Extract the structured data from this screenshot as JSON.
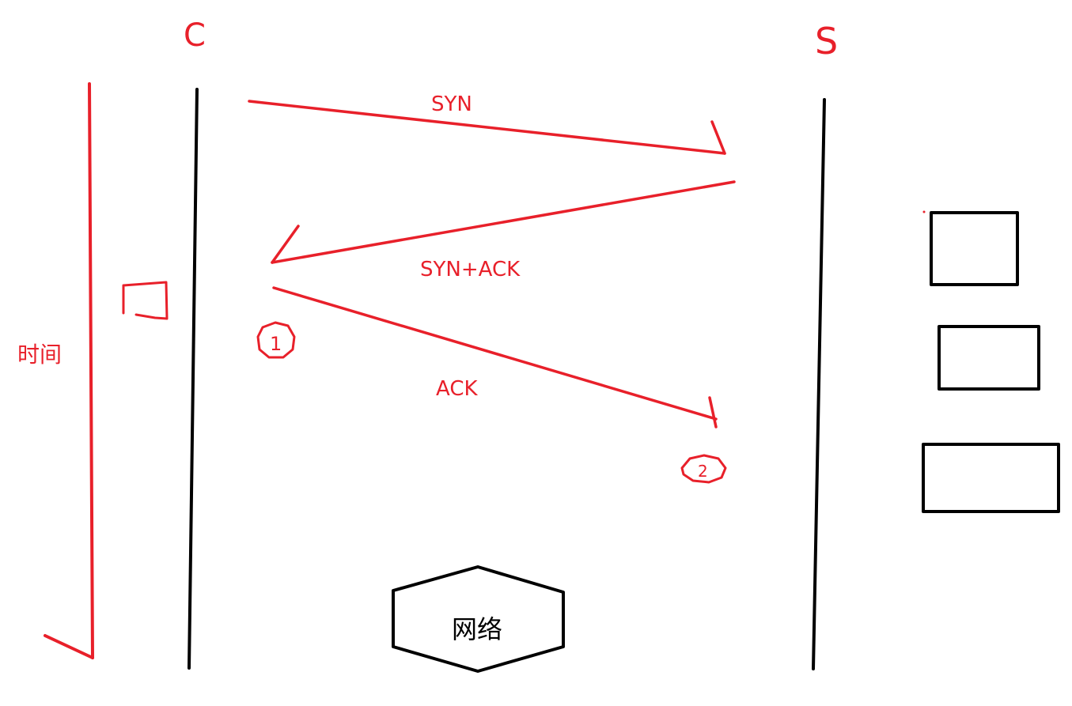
{
  "diagram": {
    "client_label": "C",
    "server_label": "S",
    "time_label": "时间",
    "messages": {
      "syn": "SYN",
      "syn_ack": "SYN+ACK",
      "ack": "ACK"
    },
    "markers": {
      "marker_1": "1",
      "marker_2": "2"
    },
    "network_label": "网络",
    "colors": {
      "annotation": "#e8202a",
      "structure": "#000000",
      "background": "#ffffff"
    }
  }
}
